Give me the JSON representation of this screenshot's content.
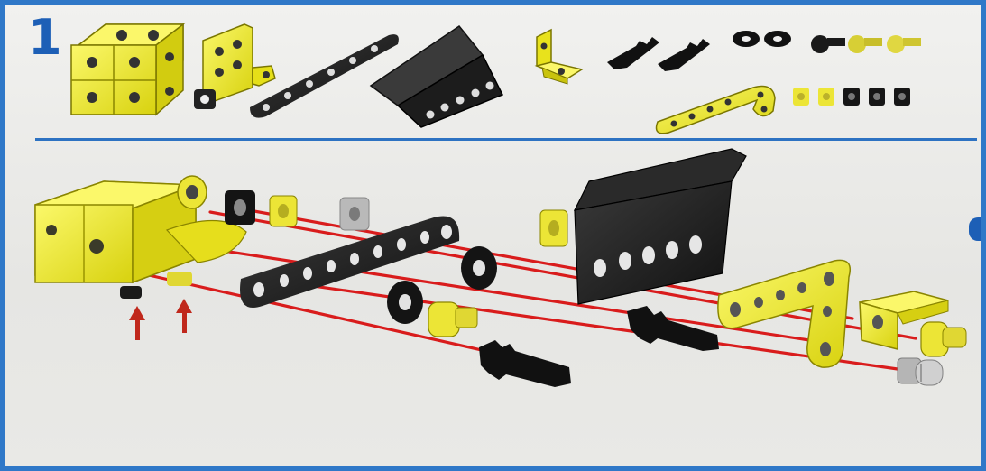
{
  "step": {
    "number": "1"
  },
  "colors": {
    "frame": "#2f78c8",
    "accent_blue": "#1d5fb6",
    "part_yellow": "#f2ee2a",
    "part_black": "#1e1e1e",
    "guide_red": "#d91c1c",
    "arrow_red": "#c0281c"
  },
  "parts_inventory": [
    {
      "name": "cube-block",
      "color": "yellow",
      "count": 1
    },
    {
      "name": "flat-bracket",
      "color": "yellow",
      "count": 1
    },
    {
      "name": "perforated-strip",
      "color": "black",
      "count": 1
    },
    {
      "name": "angled-plate",
      "color": "black",
      "count": 1
    },
    {
      "name": "angle-bracket",
      "color": "yellow",
      "count": 1
    },
    {
      "name": "axle-pin",
      "color": "black",
      "count": 2
    },
    {
      "name": "washer",
      "color": "black",
      "count": 2
    },
    {
      "name": "bolt",
      "color": "black",
      "count": 1
    },
    {
      "name": "bolt",
      "color": "yellow",
      "count": 2
    },
    {
      "name": "l-strip",
      "color": "yellow",
      "count": 1
    },
    {
      "name": "nut",
      "color": "yellow",
      "count": 2
    },
    {
      "name": "nut",
      "color": "black",
      "count": 3
    }
  ]
}
